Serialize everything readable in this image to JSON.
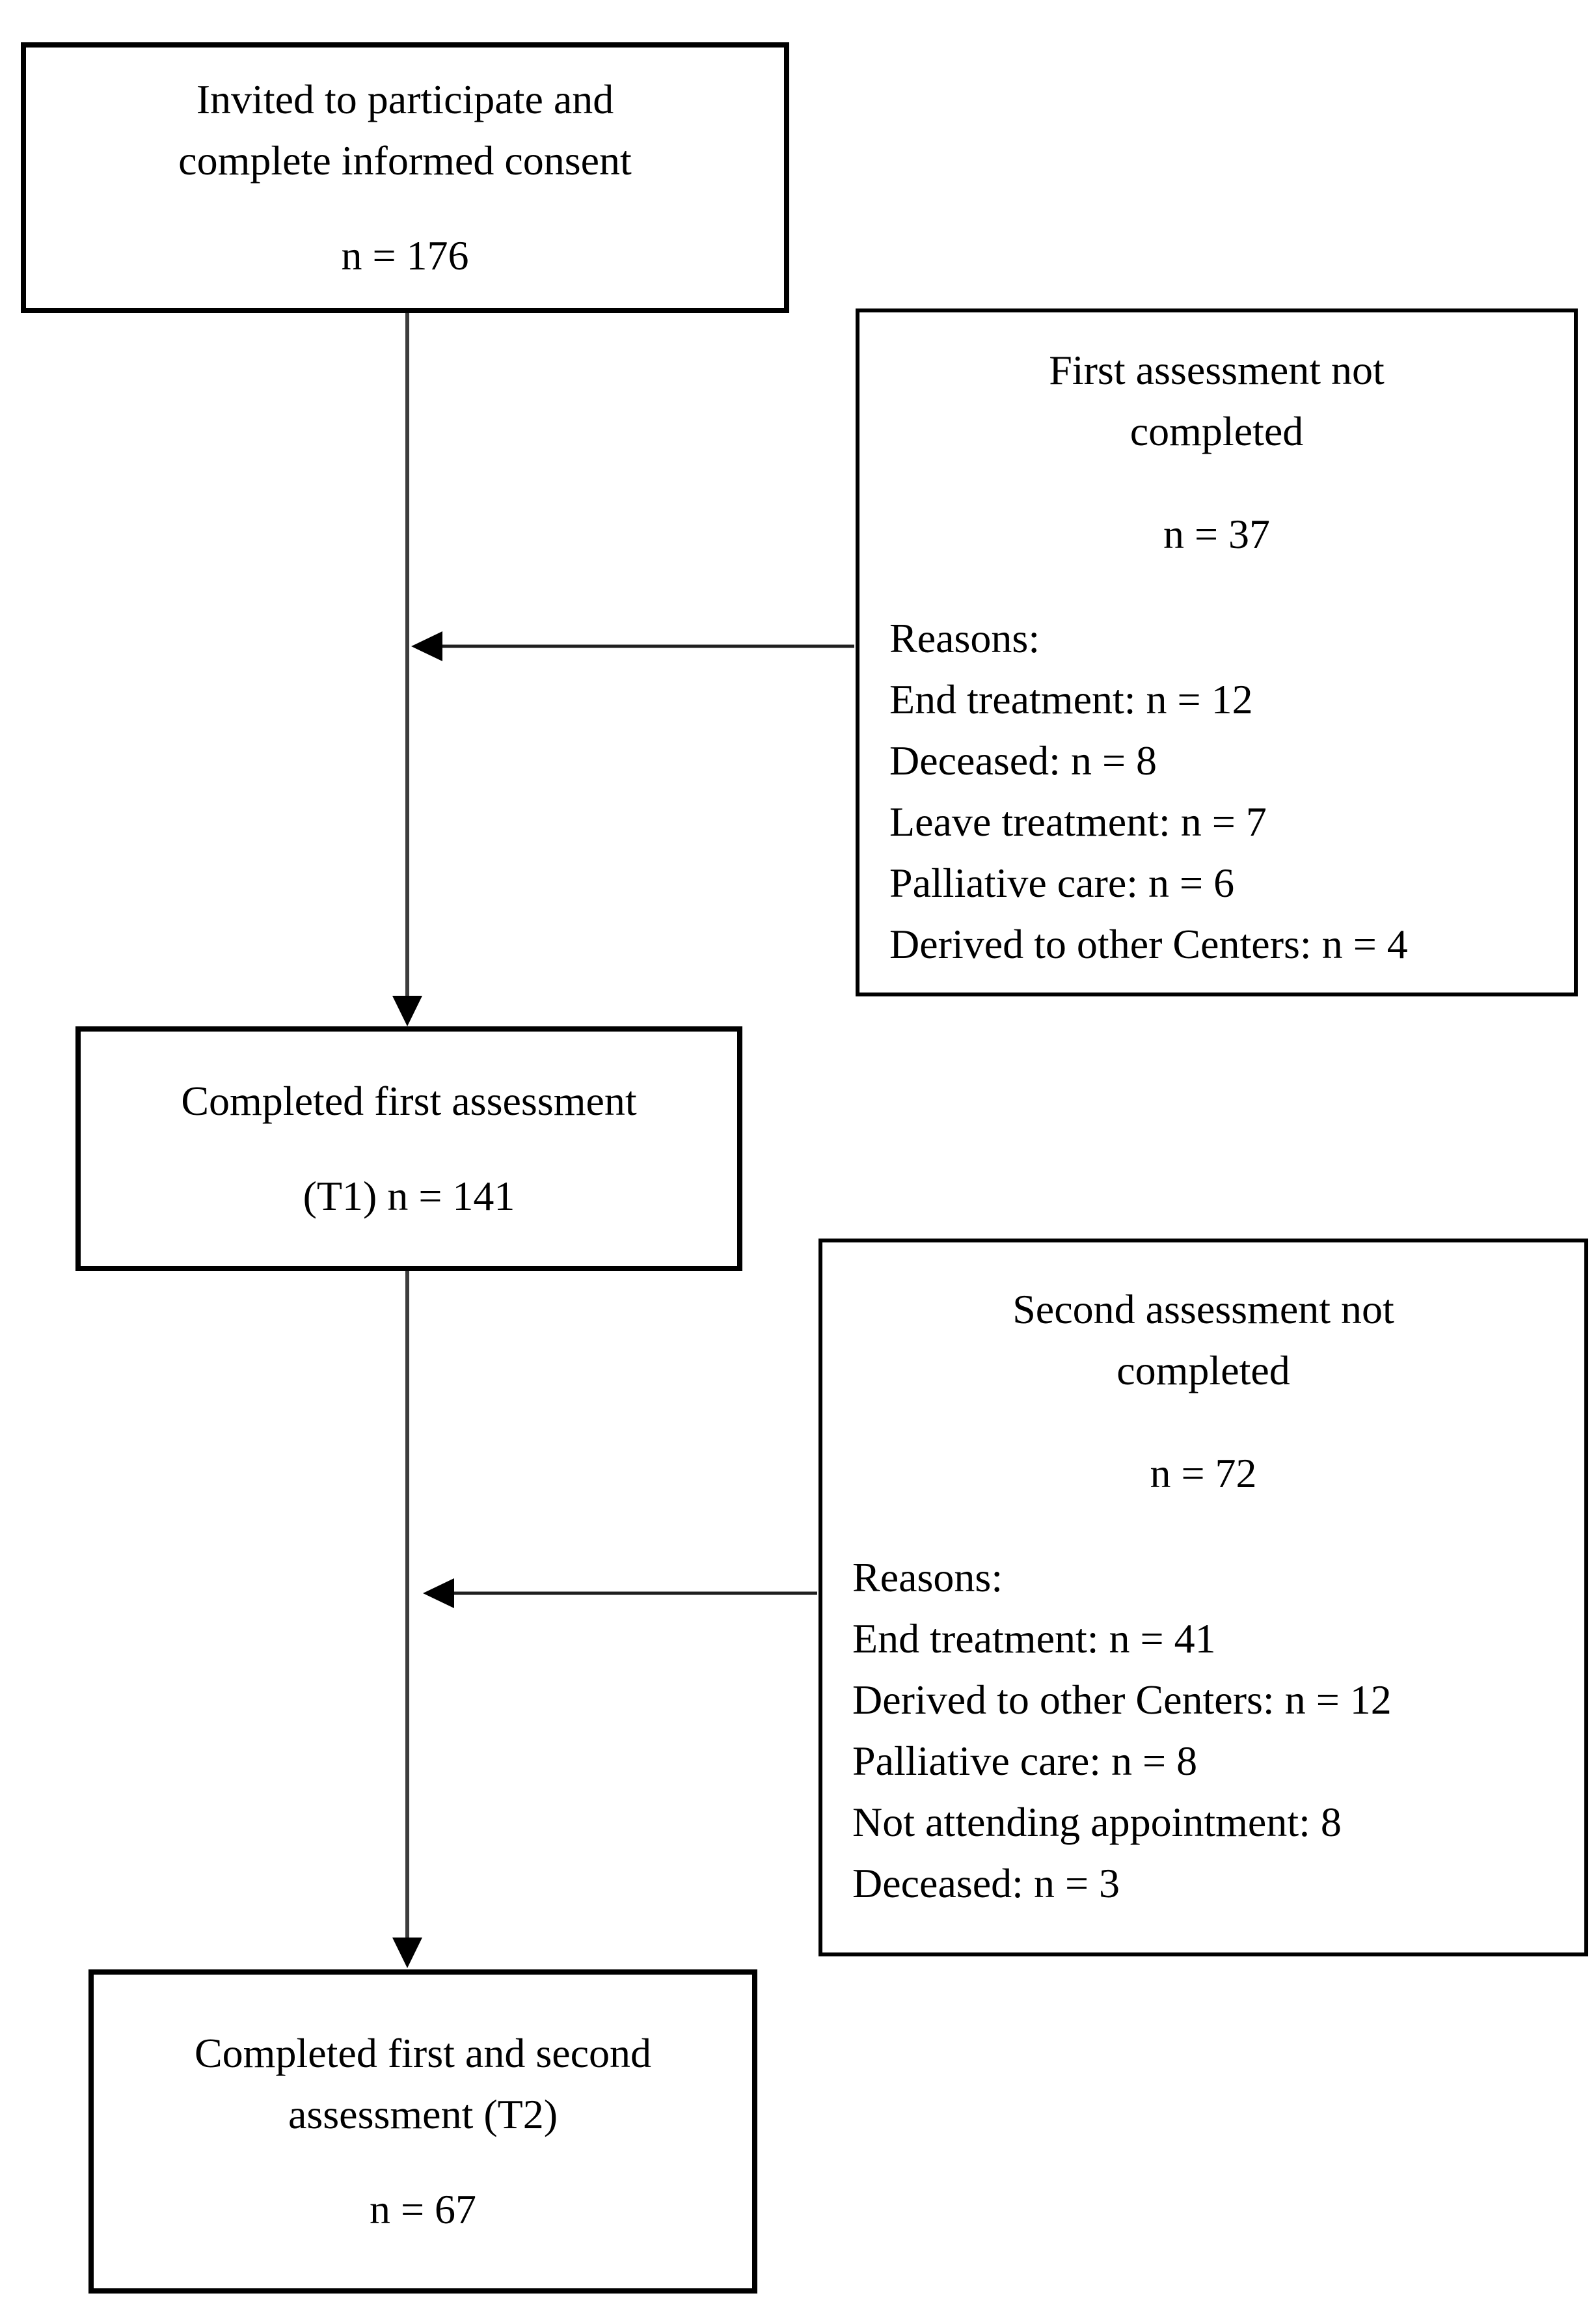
{
  "diagram": {
    "boxes": {
      "invited": {
        "line1": "Invited to participate and",
        "line2": "complete informed consent",
        "count": "n = 176"
      },
      "first_assessment_not_completed": {
        "title_line1": "First assessment not",
        "title_line2": "completed",
        "count": "n = 37",
        "reasons_label": "Reasons:",
        "reasons": [
          "End treatment: n = 12",
          "Deceased: n = 8",
          "Leave treatment: n = 7",
          "Palliative care: n = 6",
          "Derived to other Centers: n = 4"
        ]
      },
      "completed_first": {
        "line1": "Completed first assessment",
        "count": "(T1) n = 141"
      },
      "second_assessment_not_completed": {
        "title_line1": "Second assessment not",
        "title_line2": "completed",
        "count": "n = 72",
        "reasons_label": "Reasons:",
        "reasons": [
          "End treatment: n = 41",
          "Derived to other Centers: n = 12",
          "Palliative care: n = 8",
          "Not attending appointment: 8",
          "Deceased: n = 3"
        ]
      },
      "completed_first_second": {
        "line1": "Completed first and second",
        "line2": "assessment (T2)",
        "count": "n = 67"
      }
    },
    "colors": {
      "border": "#000000",
      "line_vertical": "#3d3d3d",
      "line_horizontal": "#1f1f1f",
      "arrowhead": "#000000",
      "background": "#ffffff",
      "text": "#000000"
    }
  }
}
